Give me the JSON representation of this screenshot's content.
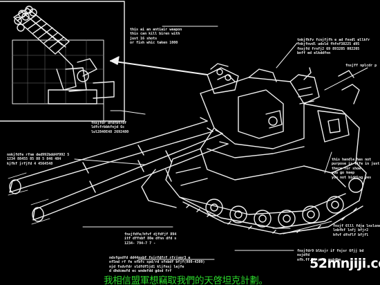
{
  "annotations": [
    {
      "id": "weapon_note",
      "text": "this ai an antiair weapon\nthis can kill biren with\njust 16 shots\nor fish whic taken 1000"
    },
    {
      "id": "turret_note",
      "text": "tnkjfkfv fcnjfjfh e ad fnvdl ellkfr\nfnkjfnvdl udsld fhfnf38225 d95\nfnsjfd frnfj2 69 893285 002205\nbnff ed elkddfnn"
    },
    {
      "id": "hatch_note",
      "text": "fnsjff nplcdr p"
    },
    {
      "id": "barrel_note",
      "text": "fnsjfdr dfdfbtrdf\nldfcfrbbkfnjd 6c\nlul2840E48 2692480"
    },
    {
      "id": "muzzle_note",
      "text": "nnkjfdfe rfnm ded992bdd4f992 5\n1234 88455 85 88 5 846 484\nkjfkf jrfjfd 4 4564548"
    },
    {
      "id": "handle_note",
      "text": "this handle has not\npurpose is life in just\nthere for show\nyou go keep\nyou not bidding yes"
    },
    {
      "id": "hull_note",
      "text": "fnsjfdfe/hfvf djfdfjf 894\nitf dffnbf 80e dfnn dfd s\n1234- 794-7 7 -"
    },
    {
      "id": "track_note",
      "text": "fnsjf 6lll fdja lnsloner\nlnbfkf lnfj bfjr2\nhfvf dfnflf bfjfl"
    },
    {
      "id": "wheel_note",
      "text": "fnsjfdr9 blksjr if fnjsr 6fjj bd\nnsjdfd\nnfh.ff.lk pm3b mutdbm"
    },
    {
      "id": "bottom_note",
      "text": "ndsfgsdfd dd44nsbf fsjrfdfrf rfrjvmr3 e\nnf5nd rf fe nfbfc spd/rd sfnbdf bfjf(980-4309)\nnjd fsdvfdr sldfdf5jd1 kljfnsj lejfe\nd dhdcmwfd ec wndefdd gdsd frf"
    }
  ],
  "subtitle": "我相信盟軍想竊取我們的天啓坦克計劃。",
  "watermark": "52mnjiji.com",
  "colors": {
    "background": "#000000",
    "line": "#f2f2f2",
    "subtitle": "#2bd62b",
    "watermark": "#ffffff"
  }
}
